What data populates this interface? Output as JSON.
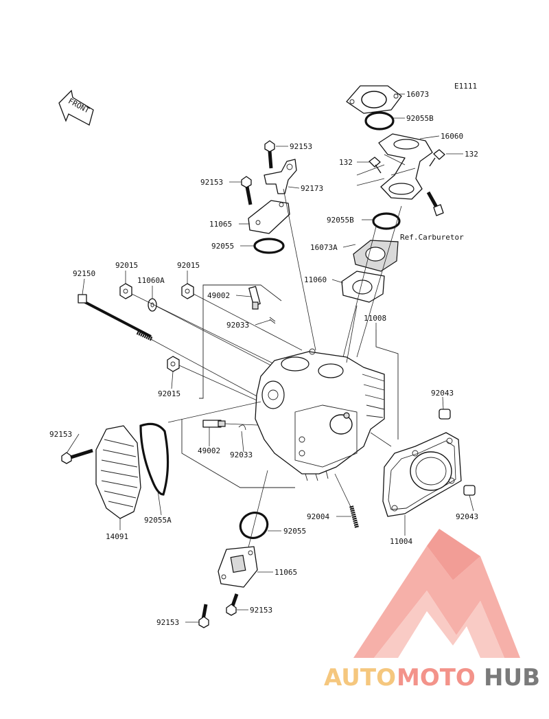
{
  "diagram_code": "E1111",
  "front_label": "FRONT",
  "ref_carburetor": "Ref.Carburetor",
  "labels": {
    "p16073": "16073",
    "p92055B_top": "92055B",
    "p16060": "16060",
    "p132_right": "132",
    "p132_left": "132",
    "p92153_a": "92153",
    "p92153_b": "92153",
    "p92173": "92173",
    "p11065_top": "11065",
    "p92055B_mid": "92055B",
    "p92055_top": "92055",
    "p16073A": "16073A",
    "p92015_a": "92015",
    "p92015_b": "92015",
    "p11060A": "11060A",
    "p92150": "92150",
    "p49002_top": "49002",
    "p11060": "11060",
    "p92033_top": "92033",
    "p11008": "11008",
    "p92015_c": "92015",
    "p92043_top": "92043",
    "p92153_c": "92153",
    "p49002_bot": "49002",
    "p92033_bot": "92033",
    "p92055A": "92055A",
    "p14091": "14091",
    "p92004": "92004",
    "p92043_bot": "92043",
    "p11004": "11004",
    "p92055_bot": "92055",
    "p11065_bot": "11065",
    "p92153_d": "92153",
    "p92153_e": "92153"
  },
  "watermark": {
    "part1": "AUTO",
    "part2": "MOTO",
    "part3": "HUB",
    "color_part1": "#f5c77e",
    "color_part2": "#f3938a",
    "color_part3": "#7a7a7a",
    "logo_color": "#f06d62"
  }
}
